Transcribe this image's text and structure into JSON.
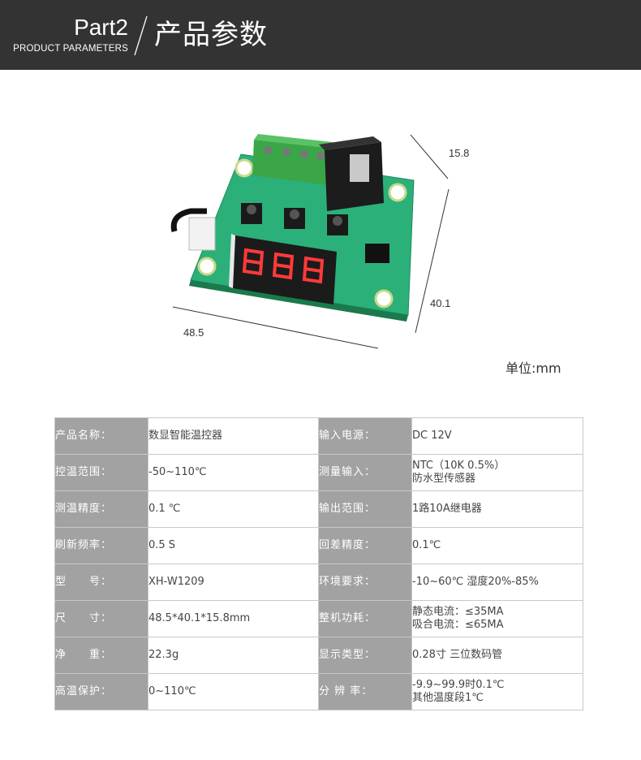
{
  "header": {
    "part": "Part2",
    "subtitle": "PRODUCT PARAMETERS",
    "title": "产品参数"
  },
  "dimensions": {
    "depth": "15.8",
    "height": "40.1",
    "width": "48.5",
    "unit": "单位:mm"
  },
  "specs": [
    {
      "k1": "产品名称：",
      "v1": [
        "数显智能温控器"
      ],
      "k2": "输入电源：",
      "v2": [
        "DC 12V"
      ]
    },
    {
      "k1": "控温范围：",
      "v1": [
        "-50~110℃"
      ],
      "k2": "测量输入：",
      "v2": [
        "NTC（10K 0.5%）",
        "防水型传感器"
      ]
    },
    {
      "k1": "测温精度：",
      "v1": [
        "0.1 ℃"
      ],
      "k2": "输出范围：",
      "v2": [
        "1路10A继电器"
      ]
    },
    {
      "k1": "刷新频率：",
      "v1": [
        "0.5 S"
      ],
      "k2": "回差精度：",
      "v2": [
        "0.1℃"
      ]
    },
    {
      "k1": "型　　号：",
      "v1": [
        "XH-W1209"
      ],
      "k2": "环境要求：",
      "v2": [
        "-10~60℃  湿度20%-85%"
      ]
    },
    {
      "k1": "尺　　寸：",
      "v1": [
        "48.5*40.1*15.8mm"
      ],
      "k2": "整机功耗：",
      "v2": [
        "静态电流：≤35MA",
        "吸合电流：≤65MA"
      ]
    },
    {
      "k1": "净　　重：",
      "v1": [
        "22.3g"
      ],
      "k2": "显示类型：",
      "v2": [
        "0.28寸  三位数码管"
      ]
    },
    {
      "k1": "高温保护：",
      "v1": [
        "0~110℃"
      ],
      "k2": "分 辨 率：",
      "v2": [
        "-9.9~99.9时0.1℃",
        "其他温度段1℃"
      ]
    }
  ]
}
